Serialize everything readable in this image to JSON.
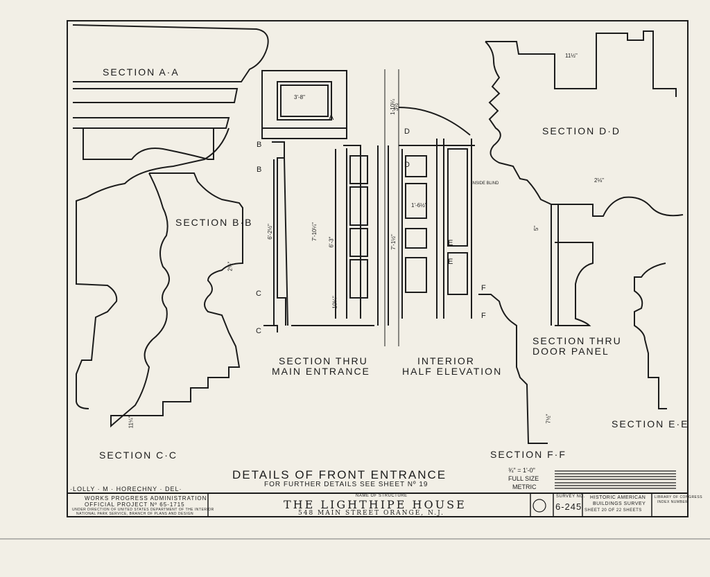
{
  "sections": {
    "a": "SECTION A·A",
    "bb": "SECTION B·B",
    "cc": "SECTION C·C",
    "dd": "SECTION D·D",
    "ee": "SECTION E·E",
    "ff": "SECTION F·F",
    "thru_main_1": "SECTION THRU",
    "thru_main_2": "MAIN ENTRANCE",
    "interior_1": "INTERIOR",
    "interior_2": "HALF ELEVATION",
    "thru_door_1": "SECTION THRU",
    "thru_door_2": "DOOR PANEL"
  },
  "dimensions": {
    "d1": "3'-8\"",
    "d2": "6'-2½\"",
    "d3": "7'-10¼\"",
    "d4": "6'-3\"",
    "d5": "7'-1½\"",
    "d6": "1'-6½\"",
    "d7": "2½\"",
    "d8": "11½\"",
    "d9": "2⅛\"",
    "d10": "5\"",
    "d11": "7½\"",
    "d12": "11¼\"",
    "d13": "1-10¼",
    "d14": "3½",
    "d15": "10¼\"",
    "d16": "INSIDE BLIND"
  },
  "markers": [
    "A",
    "B",
    "B",
    "C",
    "C",
    "D",
    "D",
    "E",
    "E",
    "F",
    "F"
  ],
  "title": {
    "main": "DETAILS OF FRONT ENTRANCE",
    "sub": "FOR FURTHER DETAILS SEE SHEET Nº 19",
    "delineator": "·LOLLY · M · HORECHNY · DEL·"
  },
  "scale": {
    "ratio": "¾\" = 1'-0\"",
    "full": "FULL SIZE",
    "metric": "METRIC"
  },
  "title_block": {
    "wpa_1": "WORKS PROGRESS ADMINISTRATION",
    "wpa_2": "OFFICIAL PROJECT  Nº  65-1715",
    "wpa_3": "UNDER DIRECTION OF UNITED STATES DEPARTMENT OF THE INTERIOR",
    "wpa_4": "NATIONAL PARK SERVICE, BRANCH OF PLANS AND DESIGN",
    "name_label": "NAME OF STRUCTURE",
    "name": "THE LIGHTHIPE HOUSE",
    "address": "548  MAIN  STREET    ORANGE,  N.J.",
    "survey_label": "SURVEY NO.",
    "survey_no": "6-245",
    "habs_1": "HISTORIC AMERICAN",
    "habs_2": "BUILDINGS SURVEY",
    "sheet": "SHEET 20 OF 22 SHEETS",
    "loc_1": "LIBRARY OF CONGRESS",
    "loc_2": "INDEX NUMBER"
  }
}
